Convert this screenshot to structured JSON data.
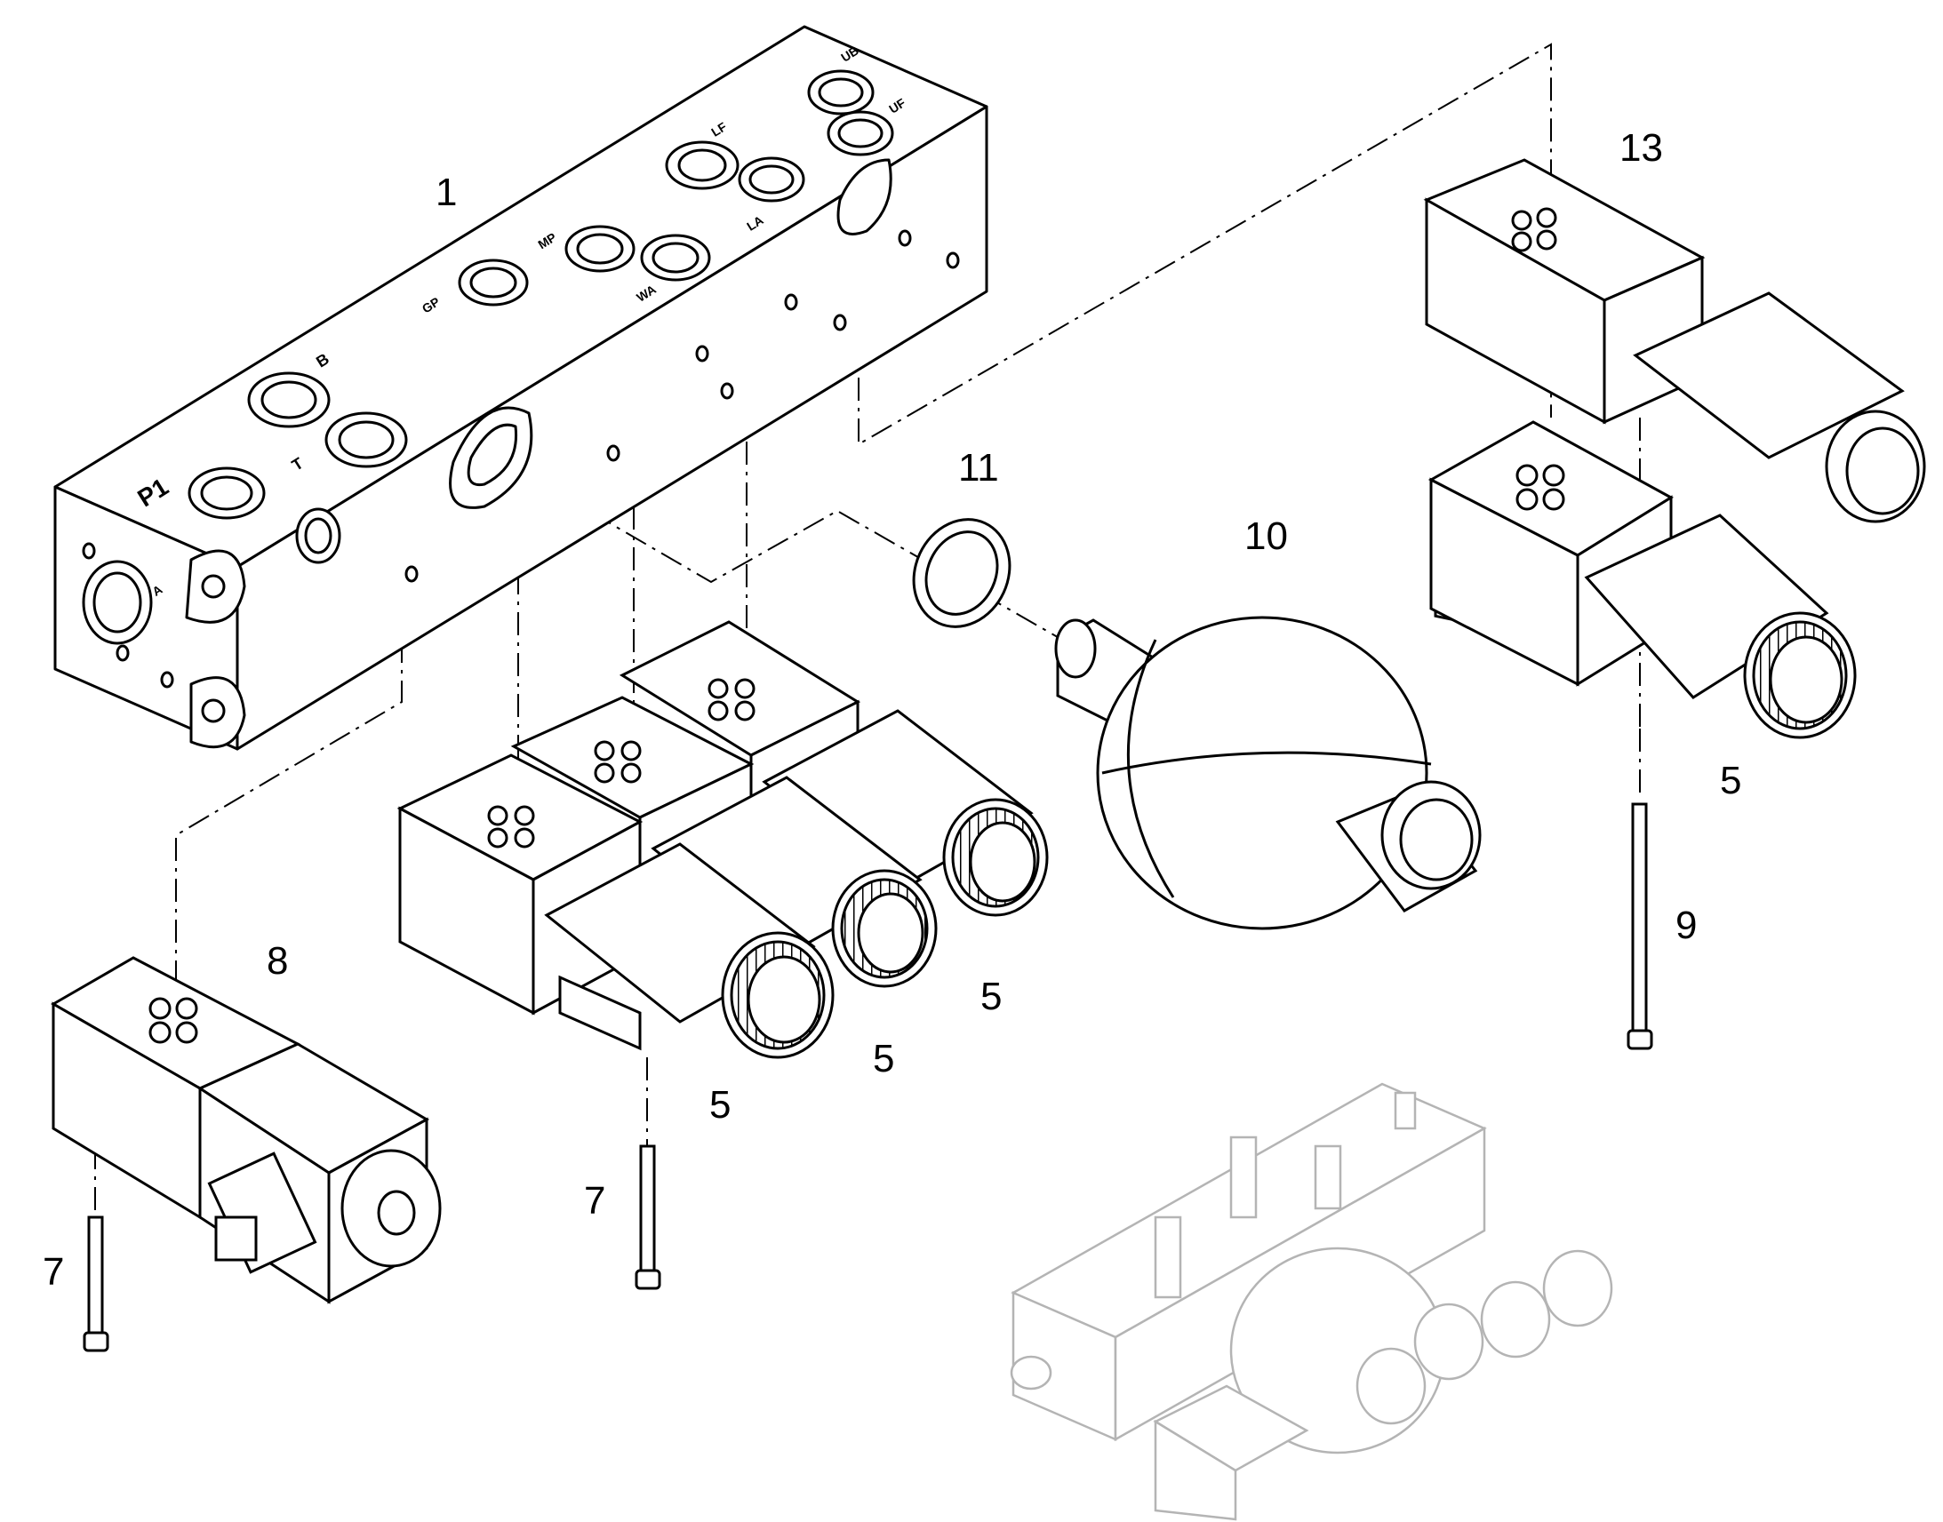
{
  "diagram": {
    "callouts": [
      {
        "id": "c1",
        "text": "1"
      },
      {
        "id": "c13",
        "text": "13"
      },
      {
        "id": "c11",
        "text": "11"
      },
      {
        "id": "c10",
        "text": "10"
      },
      {
        "id": "c5a",
        "text": "5"
      },
      {
        "id": "c5b",
        "text": "5"
      },
      {
        "id": "c5c",
        "text": "5"
      },
      {
        "id": "c5d",
        "text": "5"
      },
      {
        "id": "c8",
        "text": "8"
      },
      {
        "id": "c9",
        "text": "9"
      },
      {
        "id": "c7a",
        "text": "7"
      },
      {
        "id": "c7b",
        "text": "7"
      }
    ],
    "port_labels": {
      "P1": "P1",
      "T": "T",
      "B": "B",
      "A": "A",
      "GP": "GP",
      "MP": "MP",
      "WA": "WA",
      "LF": "LF",
      "LA": "LA",
      "UB": "UB",
      "UF": "UF"
    },
    "colors": {
      "line": "#000000",
      "ghost": "#b4b4b4",
      "fill": "#ffffff",
      "shade": "#e6e6e6"
    }
  }
}
